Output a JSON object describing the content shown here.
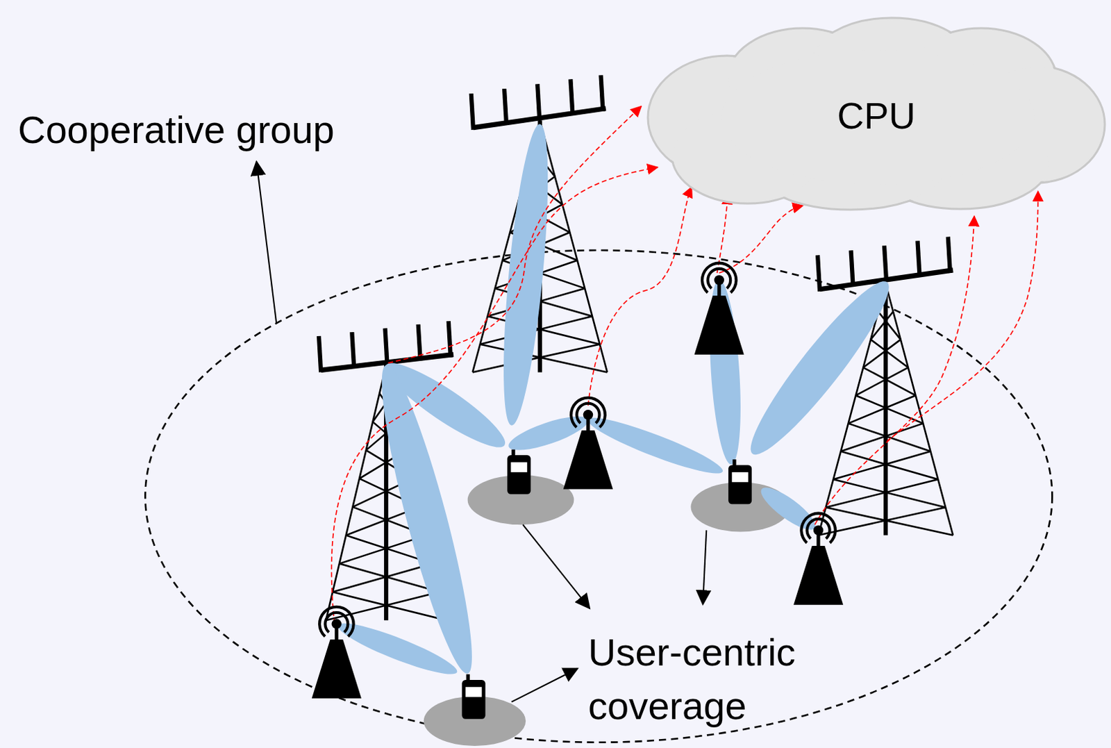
{
  "diagram": {
    "nodes": [
      {
        "text": [
          "CPU"
        ]
      }
    ],
    "labels": [
      "Cooperative group",
      "User-centric coverage"
    ]
  }
}
